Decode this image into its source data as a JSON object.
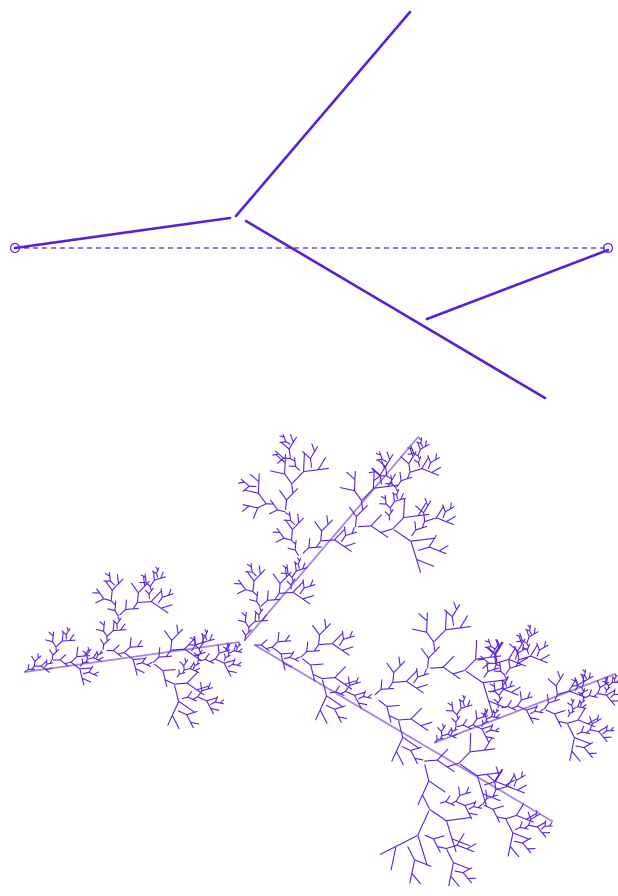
{
  "colors": {
    "stroke": "#5a1fd6",
    "endpoint": "#5a1fd6",
    "background": "#ffffff"
  },
  "generator": {
    "segment_count": 4,
    "baseline_style": "dashed",
    "endpoint_marker": "open-circle"
  },
  "fractal": {
    "recursion_depth": 5
  }
}
